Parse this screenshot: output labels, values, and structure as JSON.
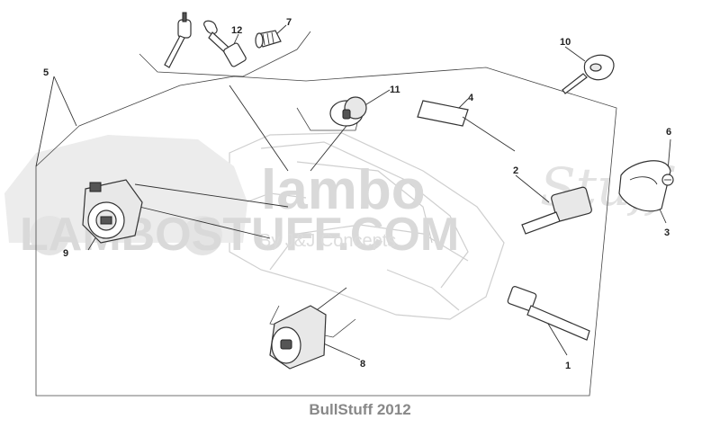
{
  "watermark": {
    "brand_big": "LAMBOSTUFF.COM",
    "brand_logo": "lambo",
    "brand_script": "Stuff",
    "by_line": "By J&J Concepts"
  },
  "callouts": [
    {
      "id": "1",
      "label": "1"
    },
    {
      "id": "2",
      "label": "2"
    },
    {
      "id": "3",
      "label": "3"
    },
    {
      "id": "4",
      "label": "4"
    },
    {
      "id": "5",
      "label": "5"
    },
    {
      "id": "6",
      "label": "6"
    },
    {
      "id": "7",
      "label": "7"
    },
    {
      "id": "8",
      "label": "8"
    },
    {
      "id": "9",
      "label": "9"
    },
    {
      "id": "10",
      "label": "10"
    },
    {
      "id": "11",
      "label": "11"
    },
    {
      "id": "12",
      "label": "12"
    }
  ],
  "footer": {
    "caption": "BullStuff 2012"
  }
}
